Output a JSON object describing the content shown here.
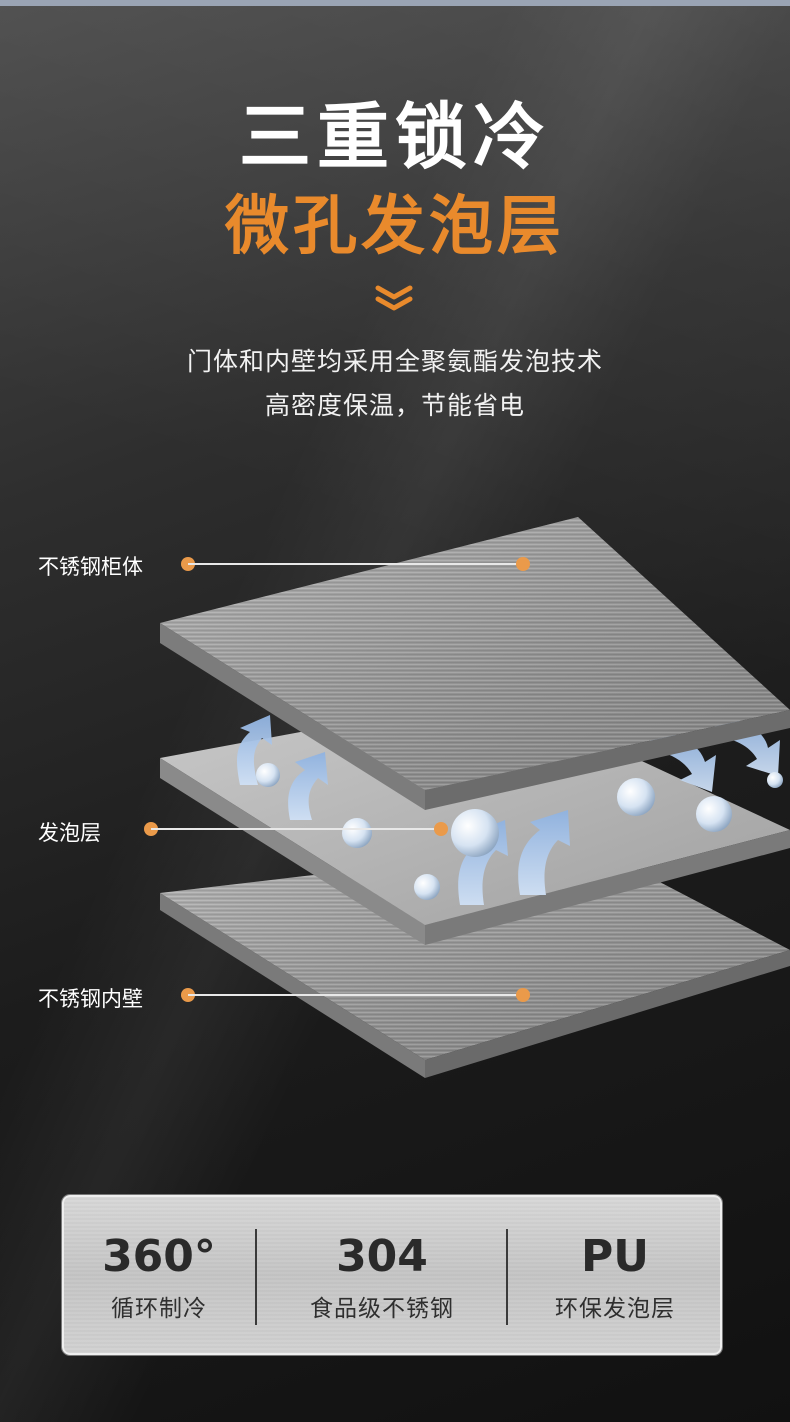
{
  "header": {
    "title": "三重锁冷",
    "subtitle": "微孔发泡层",
    "description_line1": "门体和内壁均采用全聚氨酯发泡技术",
    "description_line2": "高密度保温，节能省电"
  },
  "colors": {
    "accent": "#e98a2c",
    "dot": "#ea9a4a",
    "steel": "#a9a9a9"
  },
  "callouts": [
    {
      "label": "不锈钢柜体"
    },
    {
      "label": "发泡层"
    },
    {
      "label": "不锈钢内壁"
    }
  ],
  "stats": [
    {
      "value": "360°",
      "label": "循环制冷"
    },
    {
      "value": "304",
      "label": "食品级不锈钢"
    },
    {
      "value": "PU",
      "label": "环保发泡层"
    }
  ]
}
